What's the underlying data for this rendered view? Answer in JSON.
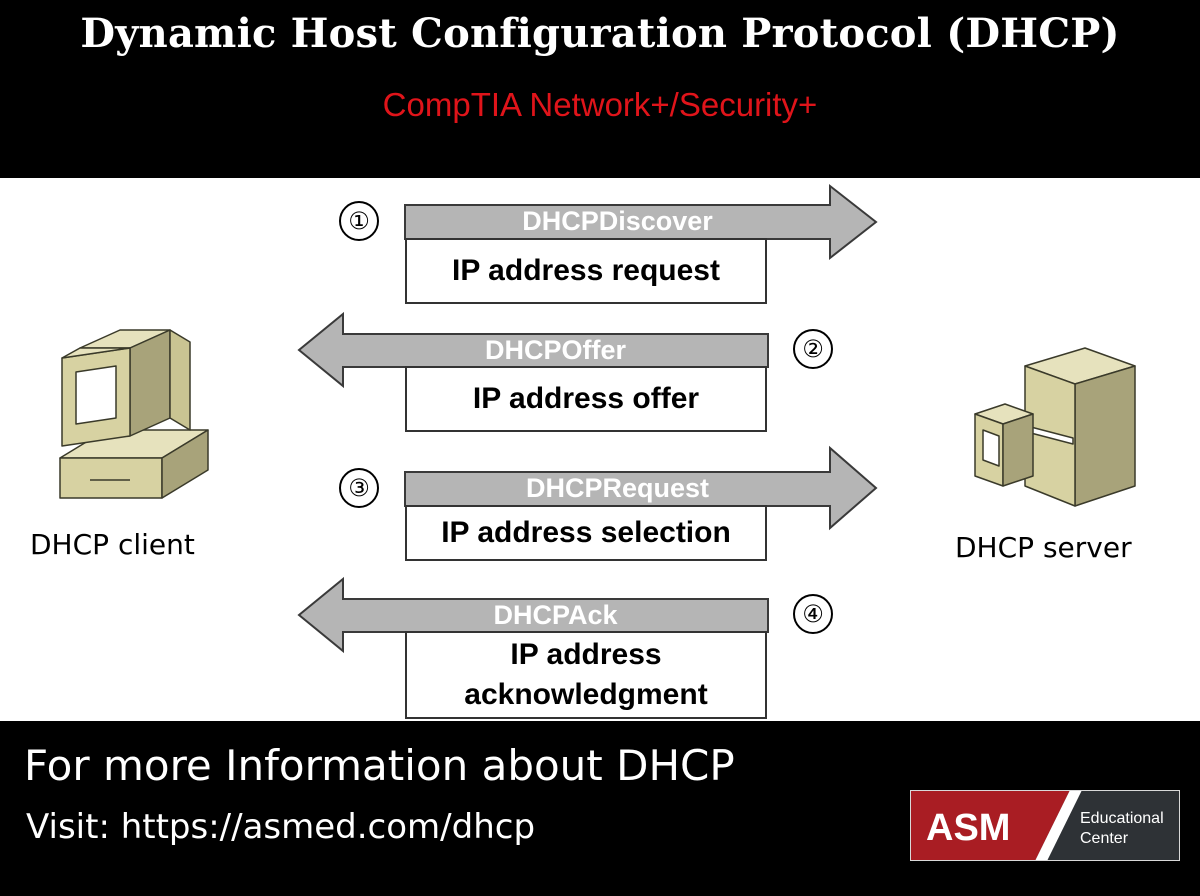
{
  "header": {
    "title": "Dynamic Host Configuration Protocol (DHCP)",
    "subtitle": "CompTIA Network+/Security+"
  },
  "diagram": {
    "client_label": "DHCP client",
    "server_label": "DHCP server",
    "messages": [
      {
        "step": "①",
        "name": "DHCPDiscover",
        "description": "IP address request",
        "direction": "client-to-server"
      },
      {
        "step": "②",
        "name": "DHCPOffer",
        "description": "IP address offer",
        "direction": "server-to-client"
      },
      {
        "step": "③",
        "name": "DHCPRequest",
        "description": "IP address selection",
        "direction": "client-to-server"
      },
      {
        "step": "④",
        "name": "DHCPAck",
        "description_line1": "IP address",
        "description_line2": "acknowledgment",
        "direction": "server-to-client"
      }
    ],
    "colors": {
      "arrow_fill": "#b5b5b5",
      "arrow_stroke": "#3a3a3a",
      "computer_fill": "#d7d2a2"
    }
  },
  "footer": {
    "info": "For more Information about DHCP",
    "visit": "Visit: https://asmed.com/dhcp",
    "logo_main": "ASM",
    "logo_sub1": "Educational",
    "logo_sub2": "Center",
    "logo_colors": {
      "red": "#a91d23",
      "dark": "#2e3236"
    }
  }
}
